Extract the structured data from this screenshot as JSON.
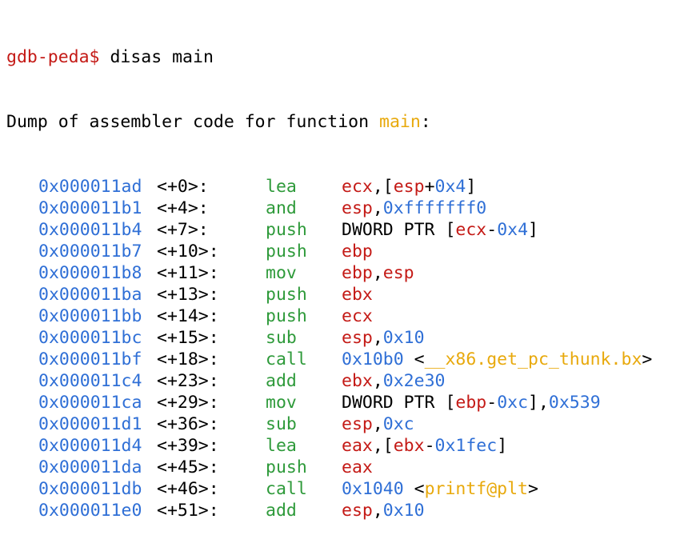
{
  "terminal": {
    "prompt": "gdb-peda$",
    "command": "disas main",
    "dump_prefix": "Dump of assembler code for function ",
    "function_name": "main",
    "dump_suffix": ":"
  },
  "colors": {
    "prompt": "#c41a16",
    "function_name": "#e8a90c",
    "address": "#2f6fd6",
    "mnemonic": "#2e9a3a",
    "register": "#c41a16",
    "number": "#2f6fd6",
    "text": "#000000",
    "background": "#ffffff"
  },
  "instructions": [
    {
      "addr": "0x000011ad",
      "off": "<+0>:",
      "op": "lea",
      "args": [
        [
          "reg",
          "ecx"
        ],
        [
          "plain",
          ",["
        ],
        [
          "reg",
          "esp"
        ],
        [
          "plain",
          "+"
        ],
        [
          "num",
          "0x4"
        ],
        [
          "plain",
          "]"
        ]
      ]
    },
    {
      "addr": "0x000011b1",
      "off": "<+4>:",
      "op": "and",
      "args": [
        [
          "reg",
          "esp"
        ],
        [
          "plain",
          ","
        ],
        [
          "num",
          "0xfffffff0"
        ]
      ]
    },
    {
      "addr": "0x000011b4",
      "off": "<+7>:",
      "op": "push",
      "args": [
        [
          "plain",
          "DWORD PTR ["
        ],
        [
          "reg",
          "ecx"
        ],
        [
          "plain",
          "-"
        ],
        [
          "num",
          "0x4"
        ],
        [
          "plain",
          "]"
        ]
      ]
    },
    {
      "addr": "0x000011b7",
      "off": "<+10>:",
      "op": "push",
      "args": [
        [
          "reg",
          "ebp"
        ]
      ]
    },
    {
      "addr": "0x000011b8",
      "off": "<+11>:",
      "op": "mov",
      "args": [
        [
          "reg",
          "ebp"
        ],
        [
          "plain",
          ","
        ],
        [
          "reg",
          "esp"
        ]
      ]
    },
    {
      "addr": "0x000011ba",
      "off": "<+13>:",
      "op": "push",
      "args": [
        [
          "reg",
          "ebx"
        ]
      ]
    },
    {
      "addr": "0x000011bb",
      "off": "<+14>:",
      "op": "push",
      "args": [
        [
          "reg",
          "ecx"
        ]
      ]
    },
    {
      "addr": "0x000011bc",
      "off": "<+15>:",
      "op": "sub",
      "args": [
        [
          "reg",
          "esp"
        ],
        [
          "plain",
          ","
        ],
        [
          "num",
          "0x10"
        ]
      ]
    },
    {
      "addr": "0x000011bf",
      "off": "<+18>:",
      "op": "call",
      "args": [
        [
          "num",
          "0x10b0"
        ],
        [
          "plain",
          " <"
        ],
        [
          "fn",
          "__x86.get_pc_thunk.bx"
        ],
        [
          "plain",
          ">"
        ]
      ]
    },
    {
      "addr": "0x000011c4",
      "off": "<+23>:",
      "op": "add",
      "args": [
        [
          "reg",
          "ebx"
        ],
        [
          "plain",
          ","
        ],
        [
          "num",
          "0x2e30"
        ]
      ]
    },
    {
      "addr": "0x000011ca",
      "off": "<+29>:",
      "op": "mov",
      "args": [
        [
          "plain",
          "DWORD PTR ["
        ],
        [
          "reg",
          "ebp"
        ],
        [
          "plain",
          "-"
        ],
        [
          "num",
          "0xc"
        ],
        [
          "plain",
          "],"
        ],
        [
          "num",
          "0x539"
        ]
      ]
    },
    {
      "addr": "0x000011d1",
      "off": "<+36>:",
      "op": "sub",
      "args": [
        [
          "reg",
          "esp"
        ],
        [
          "plain",
          ","
        ],
        [
          "num",
          "0xc"
        ]
      ]
    },
    {
      "addr": "0x000011d4",
      "off": "<+39>:",
      "op": "lea",
      "args": [
        [
          "reg",
          "eax"
        ],
        [
          "plain",
          ",["
        ],
        [
          "reg",
          "ebx"
        ],
        [
          "plain",
          "-"
        ],
        [
          "num",
          "0x1fec"
        ],
        [
          "plain",
          "]"
        ]
      ]
    },
    {
      "addr": "0x000011da",
      "off": "<+45>:",
      "op": "push",
      "args": [
        [
          "reg",
          "eax"
        ]
      ]
    },
    {
      "addr": "0x000011db",
      "off": "<+46>:",
      "op": "call",
      "args": [
        [
          "num",
          "0x1040"
        ],
        [
          "plain",
          " <"
        ],
        [
          "fn",
          "printf@plt"
        ],
        [
          "plain",
          ">"
        ]
      ]
    },
    {
      "addr": "0x000011e0",
      "off": "<+51>:",
      "op": "add",
      "args": [
        [
          "reg",
          "esp"
        ],
        [
          "plain",
          ","
        ],
        [
          "num",
          "0x10"
        ]
      ]
    }
  ]
}
